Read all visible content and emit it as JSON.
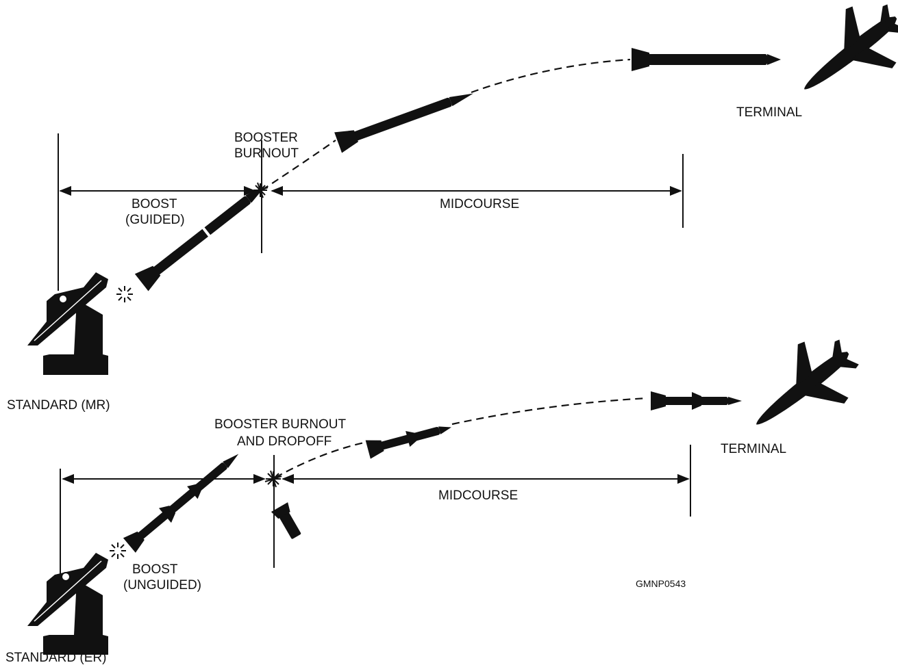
{
  "top": {
    "launcher_label": "STANDARD (MR)",
    "booster_label_line1": "BOOSTER",
    "booster_label_line2": "BURNOUT",
    "boost_label_line1": "BOOST",
    "boost_label_line2": "(GUIDED)",
    "midcourse_label": "MIDCOURSE",
    "terminal_label": "TERMINAL"
  },
  "bottom": {
    "launcher_label": "STANDARD (ER)",
    "booster_label_line1": "BOOSTER BURNOUT",
    "booster_label_line2": "AND DROPOFF",
    "boost_label_line1": "BOOST",
    "boost_label_line2": "(UNGUIDED)",
    "midcourse_label": "MIDCOURSE",
    "terminal_label": "TERMINAL"
  },
  "figure_id": "GMNP0543",
  "colors": {
    "ink": "#111111",
    "background": "#ffffff"
  }
}
